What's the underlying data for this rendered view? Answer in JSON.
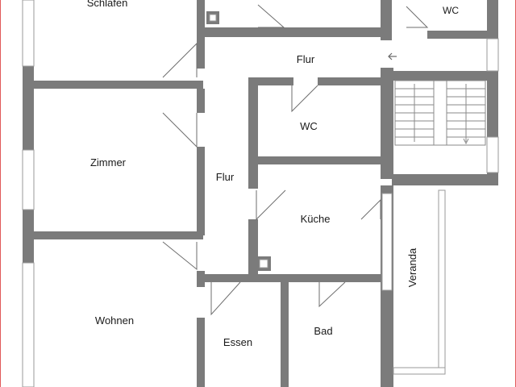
{
  "plan": {
    "border_color": "#e05a5a",
    "wall_color": "#7b7b7b",
    "rooms": [
      {
        "name": "room-schlafen",
        "label": "Schlafen"
      },
      {
        "name": "room-wc-top",
        "label": "WC"
      },
      {
        "name": "room-flur-upper",
        "label": "Flur"
      },
      {
        "name": "room-wc",
        "label": "WC"
      },
      {
        "name": "room-zimmer",
        "label": "Zimmer"
      },
      {
        "name": "room-flur-main",
        "label": "Flur"
      },
      {
        "name": "room-kueche",
        "label": "Küche"
      },
      {
        "name": "room-veranda",
        "label": "Veranda"
      },
      {
        "name": "room-wohnen",
        "label": "Wohnen"
      },
      {
        "name": "room-essen",
        "label": "Essen"
      },
      {
        "name": "room-bad",
        "label": "Bad"
      }
    ],
    "icons": [
      "arrow-left-icon",
      "stair-icon"
    ]
  }
}
